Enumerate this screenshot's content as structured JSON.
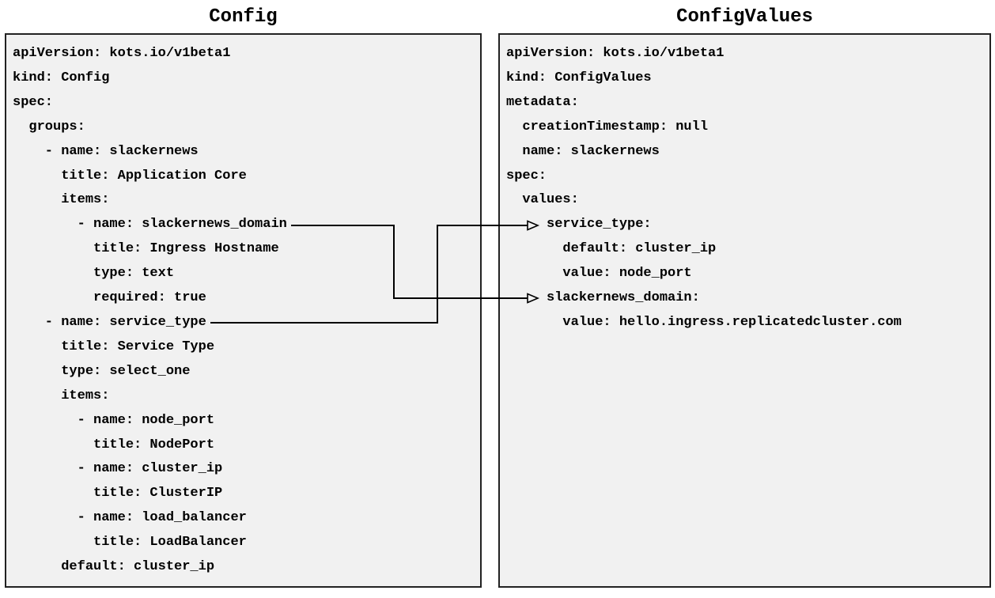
{
  "colors": {
    "panel_bg": "#f1f1f1",
    "panel_border": "#222222",
    "connector": "#000000",
    "text": "#000000",
    "page_bg": "#ffffff"
  },
  "left_panel": {
    "title": "Config",
    "lines": [
      "apiVersion: kots.io/v1beta1",
      "kind: Config",
      "spec:",
      "  groups:",
      "    - name: slackernews",
      "      title: Application Core",
      "      items:",
      "        - name: slackernews_domain",
      "          title: Ingress Hostname",
      "          type: text",
      "          required: true",
      "    - name: service_type",
      "      title: Service Type",
      "      type: select_one",
      "      items:",
      "        - name: node_port",
      "          title: NodePort",
      "        - name: cluster_ip",
      "          title: ClusterIP",
      "        - name: load_balancer",
      "          title: LoadBalancer",
      "      default: cluster_ip"
    ]
  },
  "right_panel": {
    "title": "ConfigValues",
    "lines": [
      "apiVersion: kots.io/v1beta1",
      "kind: ConfigValues",
      "metadata:",
      "  creationTimestamp: null",
      "  name: slackernews",
      "spec:",
      "  values:",
      "     service_type:",
      "       default: cluster_ip",
      "       value: node_port",
      "     slackernews_domain:",
      "       value: hello.ingress.replicatedcluster.com"
    ]
  },
  "connectors": [
    {
      "from": "slackernews_domain",
      "to": "slackernews_domain"
    },
    {
      "from": "service_type",
      "to": "service_type"
    }
  ]
}
